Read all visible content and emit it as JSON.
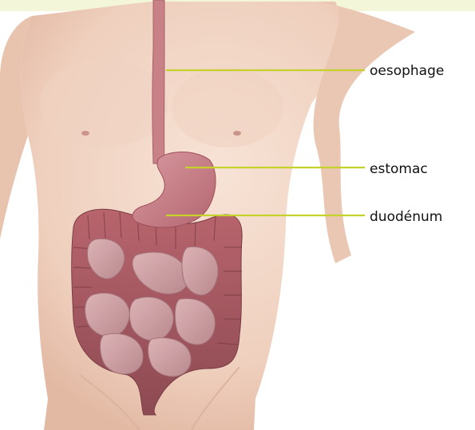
{
  "diagram": {
    "labels": [
      {
        "text": "oesophage"
      },
      {
        "text": "estomac"
      },
      {
        "text": "duodénum"
      }
    ],
    "colors": {
      "background": "#ffffff",
      "top_band": "#f3f6d8",
      "leader_line": "#c4d22b",
      "skin": "#f2d6c6",
      "organ": "#c97d86",
      "organ_dark": "#9e4f58",
      "small_intestine": "#d4a5a9",
      "label_text": "#111111"
    }
  }
}
